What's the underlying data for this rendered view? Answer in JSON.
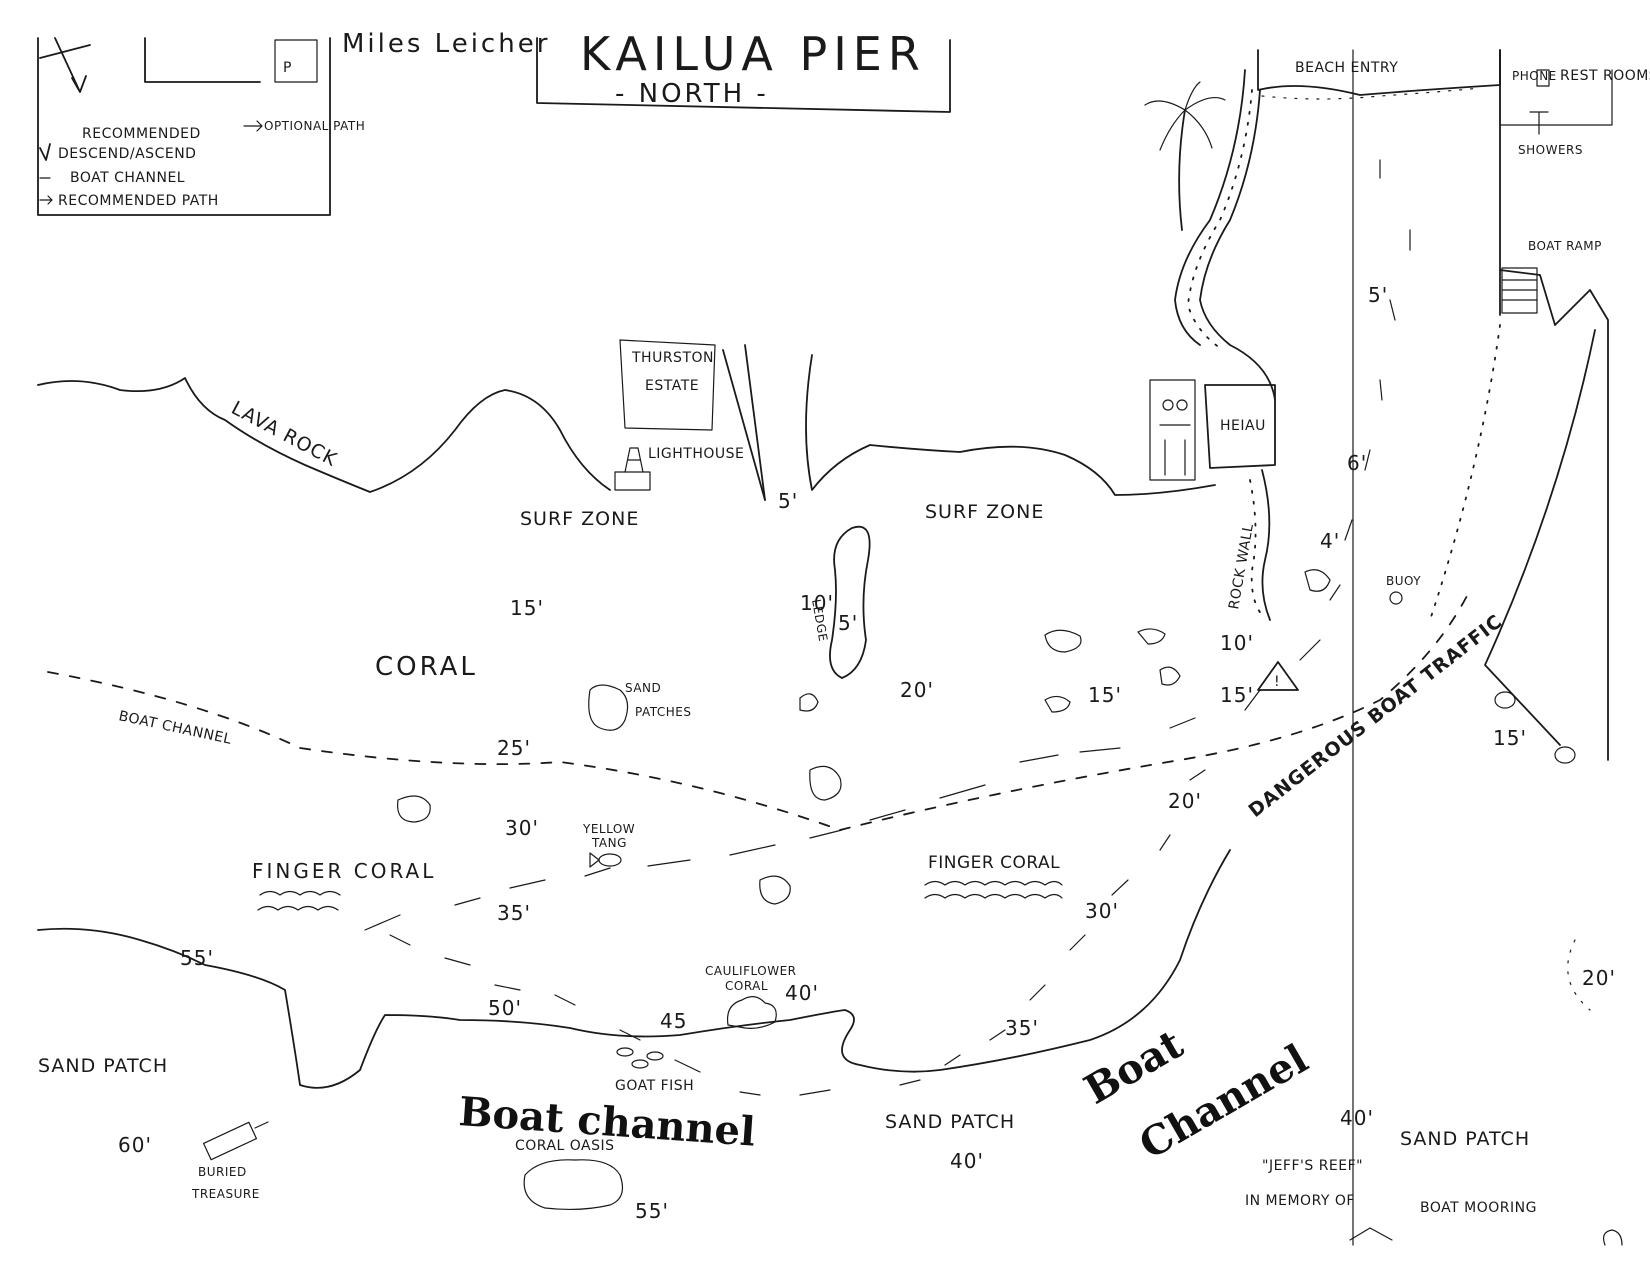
{
  "title": "KAILUA PIER",
  "subtitle": "- NORTH -",
  "top_partial_text": "Miles Leicher",
  "legend": {
    "recommended": "RECOMMENDED",
    "descend_ascend": "DESCEND/ASCEND",
    "boat_channel": "BOAT CHANNEL",
    "recommended_path": "RECOMMENDED PATH",
    "optional_path": "OPTIONAL PATH"
  },
  "landmarks": {
    "beach_entry": "BEACH ENTRY",
    "phone": "PHONE",
    "rest_rooms": "REST ROOMS",
    "showers": "SHOWERS",
    "boat_ramp": "BOAT RAMP",
    "thurston_estate": "THURSTON ESTATE",
    "lighthouse": "LIGHTHOUSE",
    "heiau": "HEIAU",
    "rock_wall": "ROCK WALL",
    "buoy": "BUOY",
    "lava_rock": "LAVA ROCK",
    "ledge": "LEDGE",
    "surf_zone": "SURF ZONE",
    "buried_treasure": "BURIED TREASURE",
    "jeffs_reef": "\"JEFF'S REEF\"",
    "in_memory_of": "IN MEMORY OF",
    "boat_mooring": "BOAT MOORING"
  },
  "features": {
    "coral": "CORAL",
    "sand_patches": "SAND PATCHES",
    "boat_channel": "BOAT CHANNEL",
    "finger_coral": "FINGER CORAL",
    "yellow_tang": "YELLOW TANG",
    "cauliflower_coral": "CAULIFLOWER CORAL",
    "goat_fish": "GOAT FISH",
    "coral_oasis": "CORAL OASIS",
    "sand_patch": "SAND PATCH",
    "dangerous_boat_traffic": "DANGEROUS BOAT TRAFFIC",
    "boat_channel_marker": "Boat channel",
    "boat_channel_marker_2a": "Boat",
    "boat_channel_marker_2b": "Channel"
  },
  "depths": {
    "d5a": "5'",
    "d5b": "5'",
    "d5c": "5'",
    "d6": "6'",
    "d4": "4'",
    "d10": "10'",
    "d10b": "10'",
    "d15a": "15'",
    "d15b": "15'",
    "d15c": "15'",
    "d15d": "15'",
    "d20a": "20'",
    "d20b": "20'",
    "d20c": "20'",
    "d25": "25'",
    "d30a": "30'",
    "d30b": "30'",
    "d35a": "35'",
    "d35b": "35'",
    "d40a": "40'",
    "d40b": "40'",
    "d40c": "40'",
    "d45": "45",
    "d50": "50'",
    "d55a": "55'",
    "d55b": "55'",
    "d60": "60'"
  },
  "colors": {
    "ink": "#1a1a1a",
    "paper": "#ffffff"
  }
}
